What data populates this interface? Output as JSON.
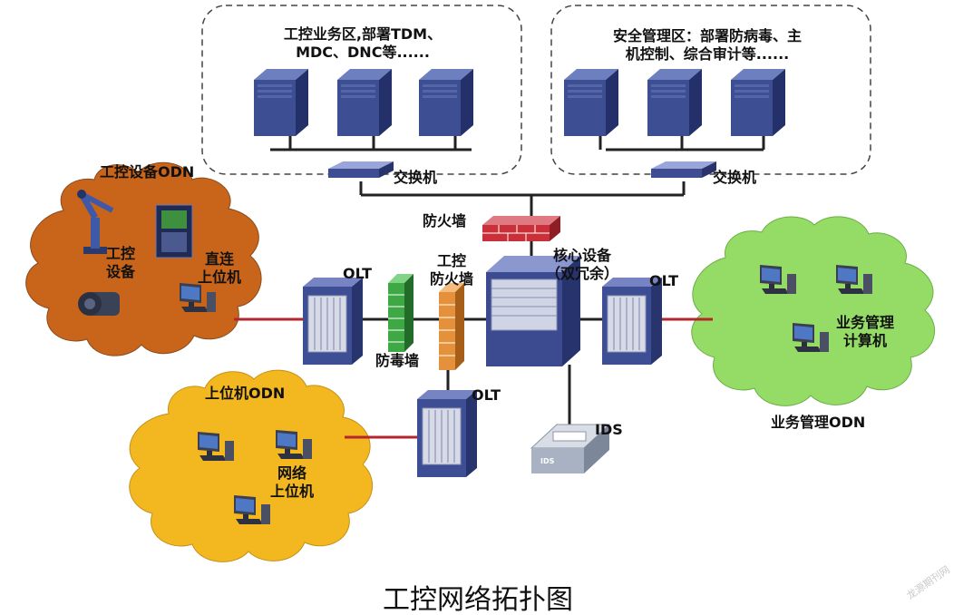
{
  "zones": {
    "control_business": "工控业务区,部署TDM、\nMDC、DNC等......",
    "security_mgmt": "安全管理区：部署防病毒、主\n机控制、综合审计等......"
  },
  "devices": {
    "switch_left": "交换机",
    "switch_right": "交换机",
    "firewall_top": "防火墙",
    "core": "核心设备\n（双冗余）",
    "olt_left": "OLT",
    "olt_right": "OLT",
    "olt_bottom": "OLT",
    "antivirus_wall": "防毒墙",
    "industrial_firewall": "工控\n防火墙",
    "ids": "IDS",
    "ids_plate": "IDS"
  },
  "clouds": {
    "control_equipment": {
      "title": "工控设备ODN",
      "devices_label": "工控\n设备",
      "host_label": "直连\n上位机",
      "color": "#c8651a"
    },
    "upper_host": {
      "title": "上位机ODN",
      "host_label": "网络\n上位机",
      "color": "#f3b820"
    },
    "business_mgmt": {
      "title": "业务管理ODN",
      "host_label": "业务管理\n计算机",
      "color": "#95dc66"
    }
  },
  "caption": "工控网络拓扑图",
  "watermark": "龙源期刊网",
  "colors": {
    "link_red": "#b3262b",
    "link_dark": "#222222",
    "server": "#3d4f92",
    "firewall_brick": "#c9303a",
    "antivirus_brick": "#3ea845",
    "ind_firewall_brick": "#e5913b"
  }
}
